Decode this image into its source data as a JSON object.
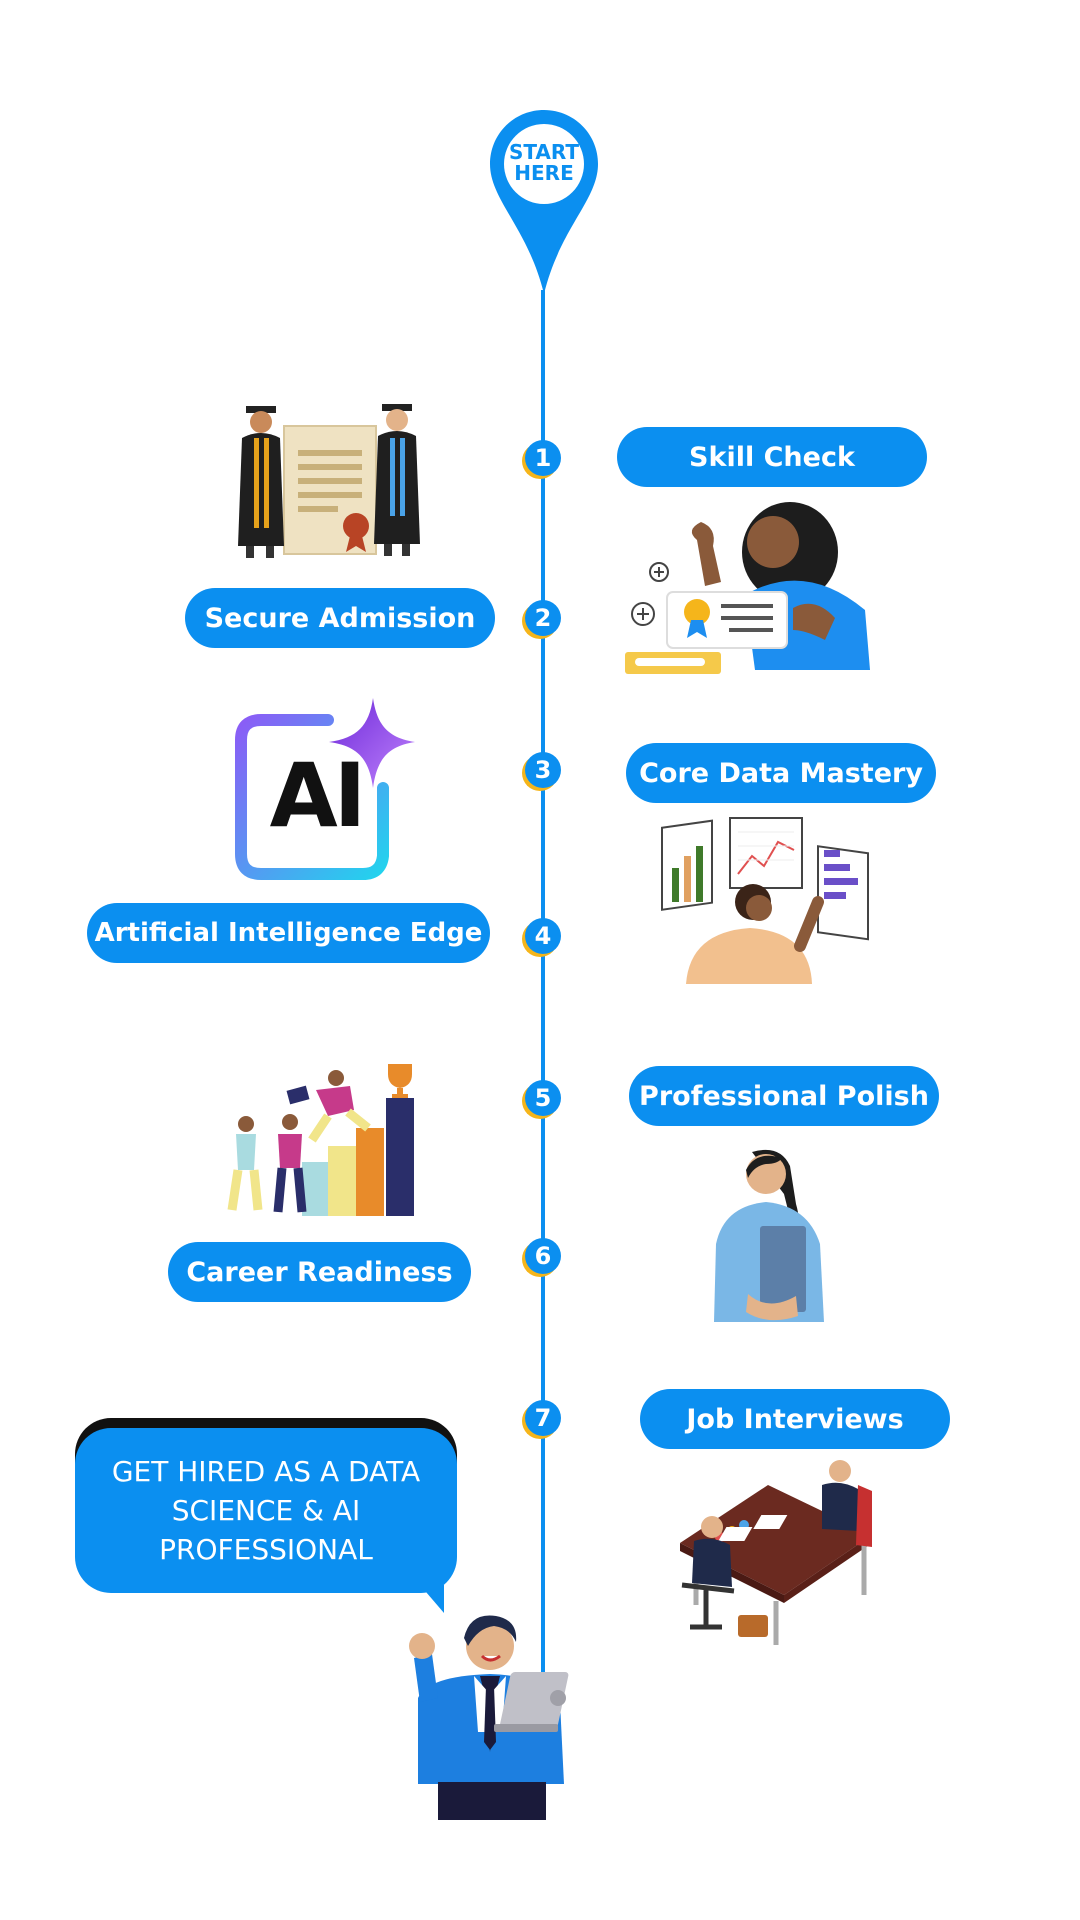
{
  "start": {
    "label_line1": "START",
    "label_line2": "HERE",
    "color": "#0b8ff0"
  },
  "accent_color": "#f5b51b",
  "steps": [
    {
      "num": "1",
      "label": "Skill Check"
    },
    {
      "num": "2",
      "label": "Secure Admission"
    },
    {
      "num": "3",
      "label": "Core Data Mastery"
    },
    {
      "num": "4",
      "label": "Artificial Intelligence Edge"
    },
    {
      "num": "5",
      "label": "Professional Polish"
    },
    {
      "num": "6",
      "label": "Career Readiness"
    },
    {
      "num": "7",
      "label": "Job Interviews"
    }
  ],
  "ai_icon": {
    "text": "AI"
  },
  "final": {
    "message": "GET HIRED AS A DATA SCIENCE & AI PROFESSIONAL"
  },
  "icons": [
    "graduation-certificate-icon",
    "certificate-woman-icon",
    "ai-icon",
    "data-dashboard-icon",
    "growth-team-icon",
    "businesswoman-icon",
    "job-interview-icon",
    "hired-man-laptop-icon"
  ]
}
